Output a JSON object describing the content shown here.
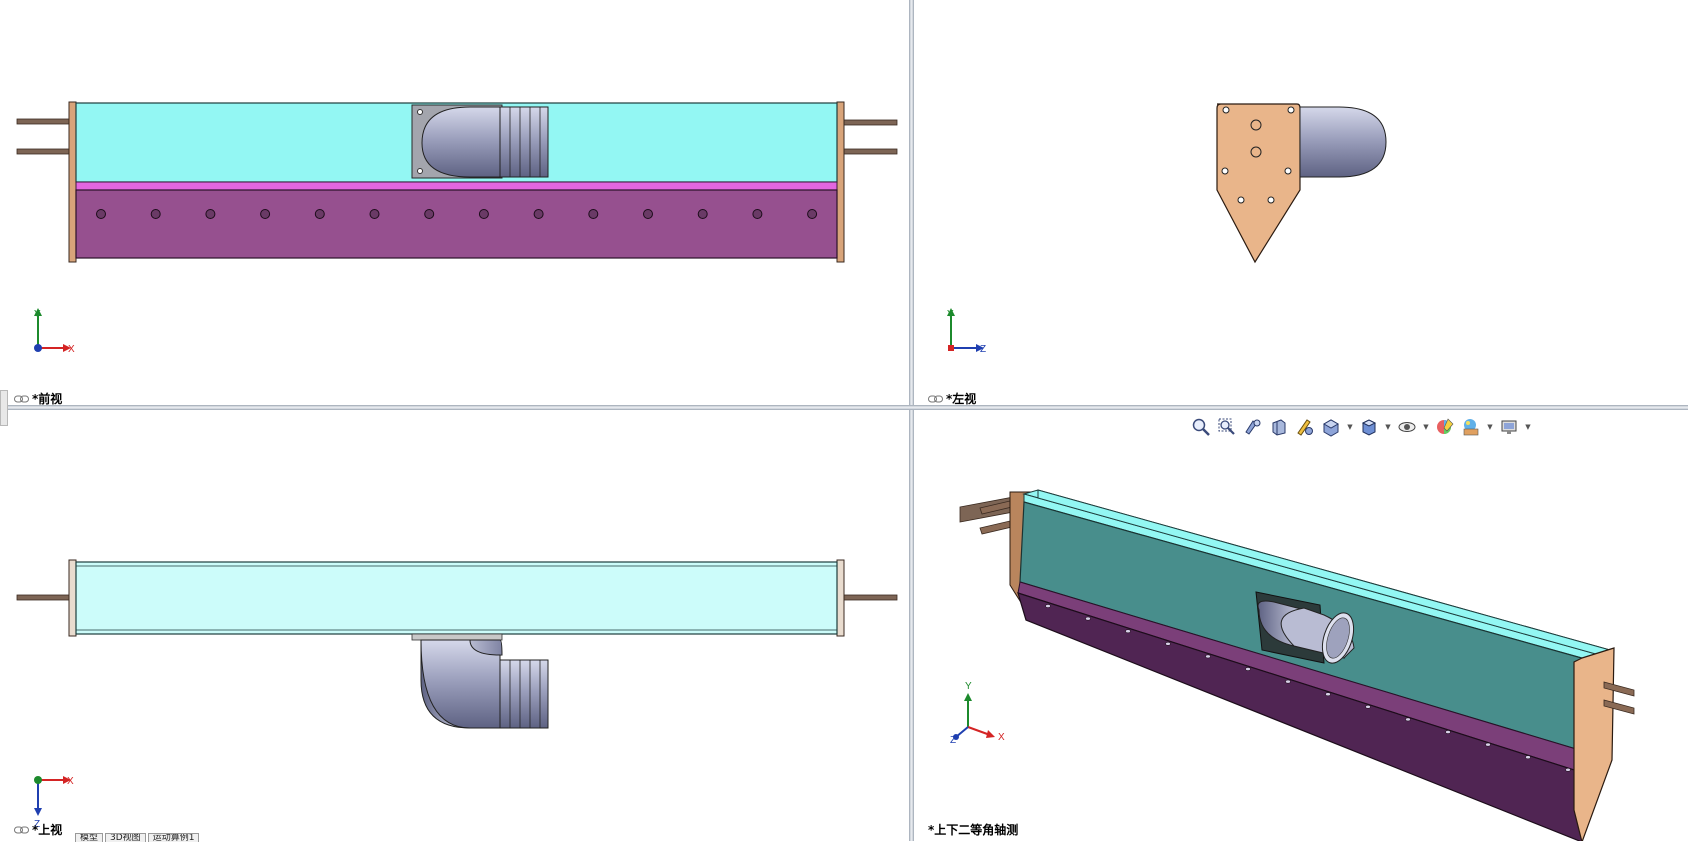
{
  "viewports": {
    "front": {
      "label": "*前视"
    },
    "left": {
      "label": "*左视"
    },
    "top": {
      "label": "*上视"
    },
    "iso": {
      "label": "*上下二等角轴测"
    }
  },
  "triad": {
    "x": "X",
    "y": "Y",
    "z": "Z"
  },
  "toolbar": {
    "icons": [
      "zoom-to-fit-icon",
      "zoom-to-area-icon",
      "previous-view-icon",
      "section-view-icon",
      "dynamic-annotation-icon",
      "view-orientation-icon",
      "display-style-icon",
      "hide-show-items-icon",
      "edit-appearance-icon",
      "apply-scene-icon",
      "view-settings-icon"
    ]
  },
  "bottom_tabs": [
    "模型",
    "3D视图",
    "运动算例1"
  ],
  "colors": {
    "cyan_panel": "#93f7f3",
    "purple_panel": "#96508f",
    "copper": "#e9b58a",
    "dark_teal": "#488e8c",
    "dark_purple": "#502553"
  }
}
